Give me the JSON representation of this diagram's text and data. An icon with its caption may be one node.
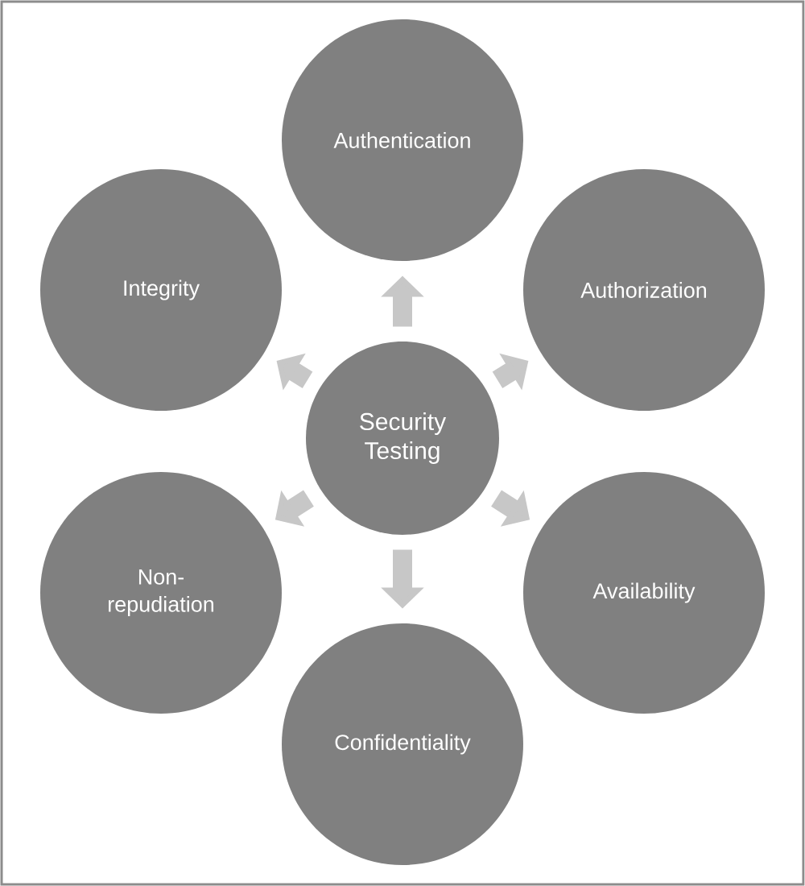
{
  "diagram": {
    "nodes": [
      {
        "text": [
          "Security Testing"
        ]
      },
      {
        "text": [
          "Authentication"
        ]
      },
      {
        "text": [
          "Authorization"
        ]
      },
      {
        "text": [
          "Availability"
        ]
      },
      {
        "text": [
          "Confidentiality"
        ]
      },
      {
        "text": [
          "Non-repudiation"
        ]
      },
      {
        "text": [
          "Integrity"
        ]
      }
    ],
    "edges": [
      {
        "from": 0,
        "to": 1,
        "arrow": "to"
      },
      {
        "from": 0,
        "to": 2,
        "arrow": "to"
      },
      {
        "from": 0,
        "to": 3,
        "arrow": "to"
      },
      {
        "from": 0,
        "to": 4,
        "arrow": "to"
      },
      {
        "from": 0,
        "to": 5,
        "arrow": "to"
      },
      {
        "from": 0,
        "to": 6,
        "arrow": "to"
      }
    ]
  }
}
